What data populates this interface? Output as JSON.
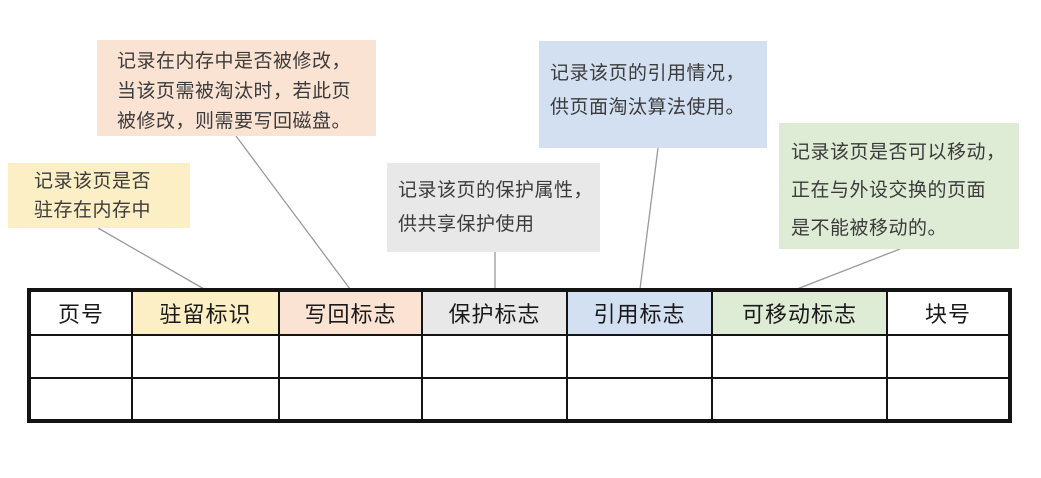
{
  "diagram": {
    "annotations": {
      "resident": {
        "color": "#FCEFC5",
        "lines": [
          "记录该页是否",
          "驻存在内存中"
        ]
      },
      "writeback": {
        "color": "#FAE3D3",
        "lines": [
          "记录在内存中是否被修改，",
          "当该页需被淘汰时，若此页",
          "被修改，则需要写回磁盘。"
        ]
      },
      "protect": {
        "color": "#E8E8E8",
        "lines": [
          "记录该页的保护属性，",
          "供共享保护使用"
        ]
      },
      "reference": {
        "color": "#D3E0F2",
        "lines": [
          "记录该页的引用情况，",
          "供页面淘汰算法使用。"
        ]
      },
      "movable": {
        "color": "#DFECD5",
        "lines": [
          "记录该页是否可以移动，",
          "正在与外设交换的页面",
          "是不能被移动的。"
        ]
      }
    },
    "table": {
      "headers": [
        {
          "label": "页号",
          "color": "#FFFFFF"
        },
        {
          "label": "驻留标识",
          "color": "#FCEFC5"
        },
        {
          "label": "写回标志",
          "color": "#FAE3D3"
        },
        {
          "label": "保护标志",
          "color": "#E8E8E8"
        },
        {
          "label": "引用标志",
          "color": "#D3E0F2"
        },
        {
          "label": "可移动标志",
          "color": "#DFECD5"
        },
        {
          "label": "块号",
          "color": "#FFFFFF"
        }
      ],
      "rows": [
        [
          "",
          "",
          "",
          "",
          "",
          "",
          ""
        ],
        [
          "",
          "",
          "",
          "",
          "",
          "",
          ""
        ]
      ]
    },
    "connector_color": "#9a9a9a"
  }
}
